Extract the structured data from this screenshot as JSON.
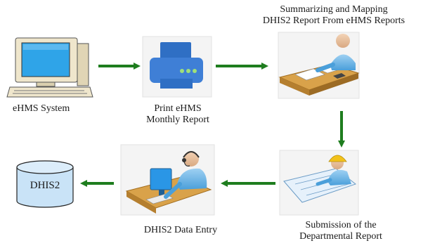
{
  "nodes": {
    "ehms_system": {
      "label": "eHMS System"
    },
    "print_report": {
      "label_line1": "Print eHMS",
      "label_line2": "Monthly Report"
    },
    "summarizing": {
      "label_line1": "Summarizing and Mapping",
      "label_line2": "DHIS2 Report From eHMS Reports"
    },
    "submission": {
      "label_line1": "Submission of the",
      "label_line2": "Departmental Report"
    },
    "data_entry": {
      "label": "DHIS2 Data Entry"
    },
    "dhis2_db": {
      "label": "DHIS2"
    }
  },
  "colors": {
    "arrow": "#1e7d1e",
    "printer": "#3f7fd6",
    "desk": "#d9a24a",
    "monitor": "#2a96e6"
  },
  "icons": [
    "computer-icon",
    "printer-icon",
    "person-at-desk-icon",
    "engineer-with-blueprint-icon",
    "operator-with-headset-icon",
    "database-cylinder-icon"
  ]
}
